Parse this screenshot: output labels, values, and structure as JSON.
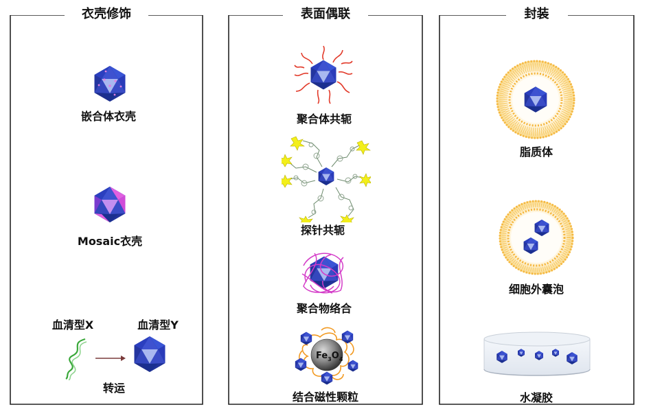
{
  "panels": [
    {
      "title": "衣壳修饰",
      "items": [
        "嵌合体衣壳",
        "Mosaic衣壳",
        "血清型X",
        "血清型Y",
        "转运"
      ]
    },
    {
      "title": "表面偶联",
      "items": [
        "聚合体共轭",
        "探针共轭",
        "聚合物络合",
        "结合磁性颗粒"
      ]
    },
    {
      "title": "封装",
      "items": [
        "脂质体",
        "细胞外囊泡",
        "水凝胶"
      ]
    }
  ],
  "particle_label": {
    "fe": "Fe",
    "sub3": "3",
    "o": "O",
    "sub4": "4"
  },
  "colors": {
    "capsid_dark": "#1a2f8f",
    "capsid_mid": "#3040c8",
    "capsid_light": "#a9b8f0",
    "mosaic_pink": "#e060e0",
    "polymer_red": "#e23a2a",
    "complex_magenta": "#d43cc8",
    "bead_orange": "#f29a22",
    "probe_yellow": "#f3ef1a",
    "dna_green": "#3aa83a"
  }
}
